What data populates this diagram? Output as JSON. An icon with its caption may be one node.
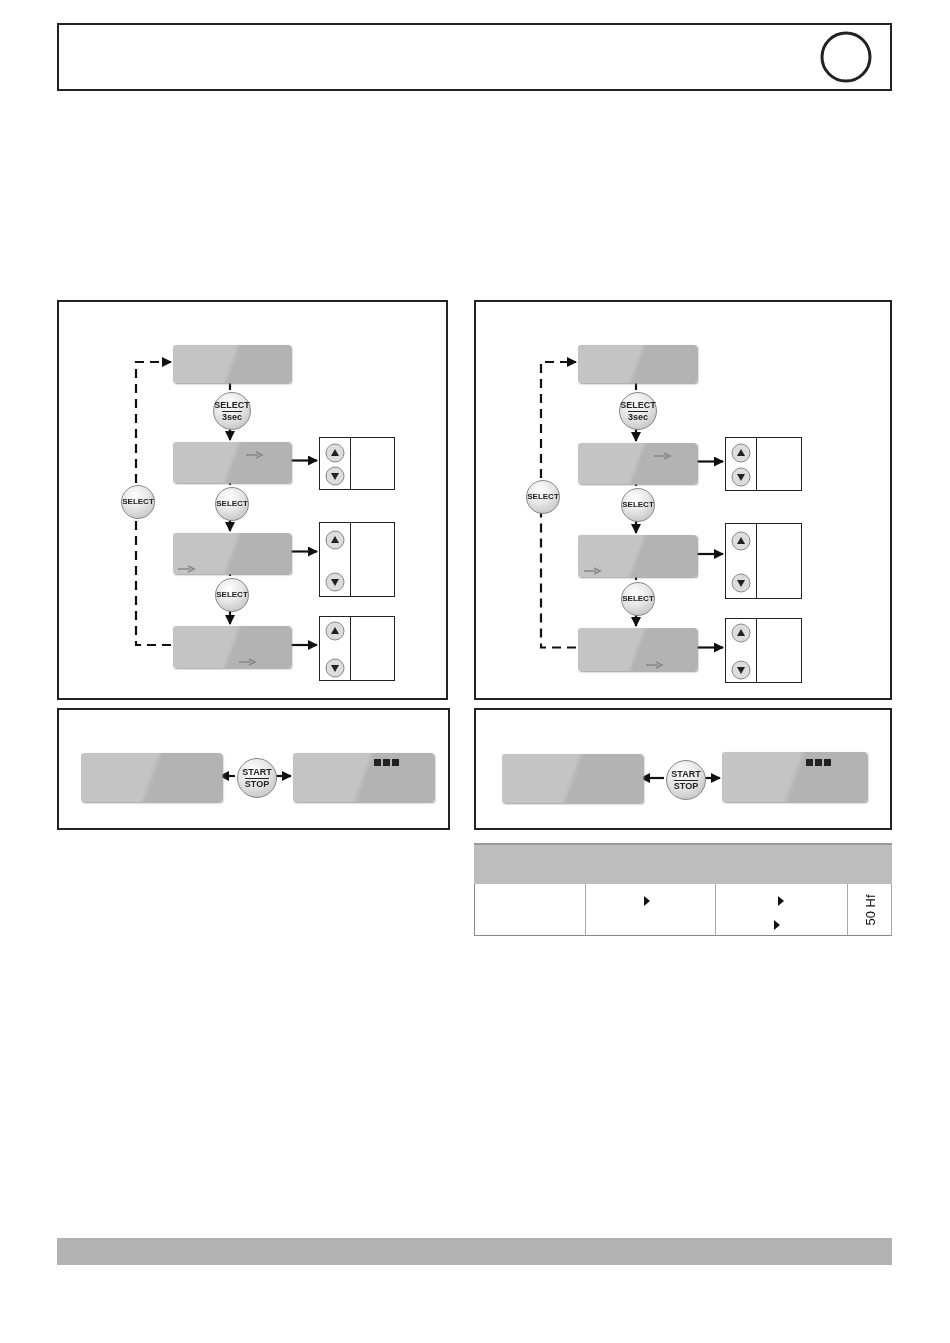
{
  "diagram": {
    "nodes": [
      {
        "text": [],
        "shape": "box"
      },
      {
        "text": [],
        "shape": "box",
        "in": 0
      },
      {
        "text": [
          "SELECT",
          "3sec"
        ],
        "in": 0
      },
      {
        "text": [],
        "shape": "box",
        "in": 0
      },
      {
        "text": [
          "SELECT"
        ],
        "in": 0
      },
      {
        "text": [],
        "shape": "box",
        "in": 0
      },
      {
        "text": [
          "SELECT"
        ],
        "in": 0
      },
      {
        "text": [],
        "shape": "box",
        "in": 0
      },
      {
        "text": [
          "SELECT"
        ],
        "in": 0
      },
      {
        "text": [],
        "shape": "box",
        "in": 0
      },
      {
        "text": [],
        "shape": "box",
        "in": 0
      },
      {
        "text": [],
        "shape": "box",
        "in": 0
      },
      {
        "text": [],
        "shape": "box"
      },
      {
        "text": [],
        "shape": "box",
        "in": 12
      },
      {
        "text": [
          "SELECT",
          "3sec"
        ],
        "in": 12
      },
      {
        "text": [],
        "shape": "box",
        "in": 12
      },
      {
        "text": [
          "SELECT"
        ],
        "in": 12
      },
      {
        "text": [],
        "shape": "box",
        "in": 12
      },
      {
        "text": [
          "SELECT"
        ],
        "in": 12
      },
      {
        "text": [],
        "shape": "box",
        "in": 12
      },
      {
        "text": [
          "SELECT"
        ],
        "in": 12
      },
      {
        "text": [],
        "shape": "box",
        "in": 12
      },
      {
        "text": [],
        "shape": "box",
        "in": 12
      },
      {
        "text": [],
        "shape": "box",
        "in": 12
      },
      {
        "text": [],
        "shape": "box"
      },
      {
        "text": [],
        "shape": "box",
        "in": 24
      },
      {
        "text": [
          "START",
          "STOP"
        ],
        "in": 24
      },
      {
        "text": [],
        "shape": "box",
        "in": 24
      },
      {
        "text": [],
        "shape": "box"
      },
      {
        "text": [],
        "shape": "box",
        "in": 28
      },
      {
        "text": [
          "START",
          "STOP"
        ],
        "in": 28
      },
      {
        "text": [],
        "shape": "box",
        "in": 28
      }
    ],
    "edges": [
      {
        "from": 1,
        "to": 2,
        "arrow": "none"
      },
      {
        "from": 2,
        "to": 3,
        "arrow": "to"
      },
      {
        "from": 3,
        "to": 4,
        "arrow": "none"
      },
      {
        "from": 4,
        "to": 5,
        "arrow": "to"
      },
      {
        "from": 5,
        "to": 6,
        "arrow": "none"
      },
      {
        "from": 6,
        "to": 7,
        "arrow": "to"
      },
      {
        "from": 7,
        "to": 8,
        "arrow": "none",
        "style": "dashed"
      },
      {
        "from": 8,
        "to": 1,
        "arrow": "to",
        "style": "dashed"
      },
      {
        "from": 3,
        "to": 9,
        "arrow": "to"
      },
      {
        "from": 5,
        "to": 10,
        "arrow": "to"
      },
      {
        "from": 7,
        "to": 11,
        "arrow": "to"
      },
      {
        "from": 13,
        "to": 14,
        "arrow": "none"
      },
      {
        "from": 14,
        "to": 15,
        "arrow": "to"
      },
      {
        "from": 15,
        "to": 16,
        "arrow": "none"
      },
      {
        "from": 16,
        "to": 17,
        "arrow": "to"
      },
      {
        "from": 17,
        "to": 18,
        "arrow": "none"
      },
      {
        "from": 18,
        "to": 19,
        "arrow": "to"
      },
      {
        "from": 19,
        "to": 20,
        "arrow": "none",
        "style": "dashed"
      },
      {
        "from": 20,
        "to": 13,
        "arrow": "to",
        "style": "dashed"
      },
      {
        "from": 15,
        "to": 21,
        "arrow": "to"
      },
      {
        "from": 17,
        "to": 22,
        "arrow": "to"
      },
      {
        "from": 19,
        "to": 23,
        "arrow": "to"
      },
      {
        "from": 26,
        "to": 25,
        "arrow": "to"
      },
      {
        "from": 26,
        "to": 27,
        "arrow": "to"
      },
      {
        "from": 30,
        "to": 29,
        "arrow": "to"
      },
      {
        "from": 30,
        "to": 31,
        "arrow": "to"
      }
    ],
    "labels": [
      "50 Hf"
    ]
  }
}
